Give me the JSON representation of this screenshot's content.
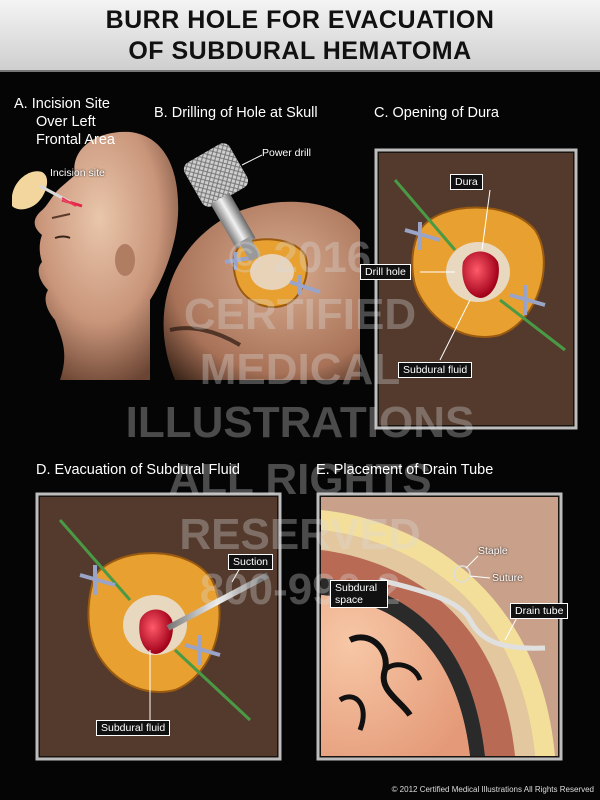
{
  "title": {
    "line1": "BURR HOLE FOR EVACUATION",
    "line2": "OF SUBDURAL HEMATOMA"
  },
  "panels": [
    {
      "heading_lines": [
        "A. Incision Site",
        "Over Left",
        "Frontal Area"
      ],
      "labels": [
        "Incision site"
      ]
    },
    {
      "heading": "B. Drilling of Hole at Skull",
      "labels": [
        "Power drill"
      ]
    },
    {
      "heading": "C. Opening of Dura",
      "labels": [
        "Dura",
        "Drill hole",
        "Subdural fluid"
      ]
    },
    {
      "heading": "D. Evacuation of Subdural Fluid",
      "labels": [
        "Suction",
        "Subdural fluid"
      ]
    },
    {
      "heading": "E. Placement of Drain Tube",
      "labels": [
        "Staple",
        "Suture",
        "Subdural space",
        "Drain tube"
      ]
    }
  ],
  "watermark": {
    "lines": [
      "© 2016",
      "CERTIFIED",
      "MEDICAL",
      "ILLUSTRATIONS",
      "ALL RIGHTS",
      "RESERVED",
      "800-990-2"
    ]
  },
  "copyright": "© 2012 Certified Medical Illustrations All Rights Reserved",
  "colors": {
    "blood": "#c8102e",
    "skin": "#d4a98a",
    "fat": "#e8a030",
    "brain": "#f2b896",
    "background": "#050505"
  }
}
